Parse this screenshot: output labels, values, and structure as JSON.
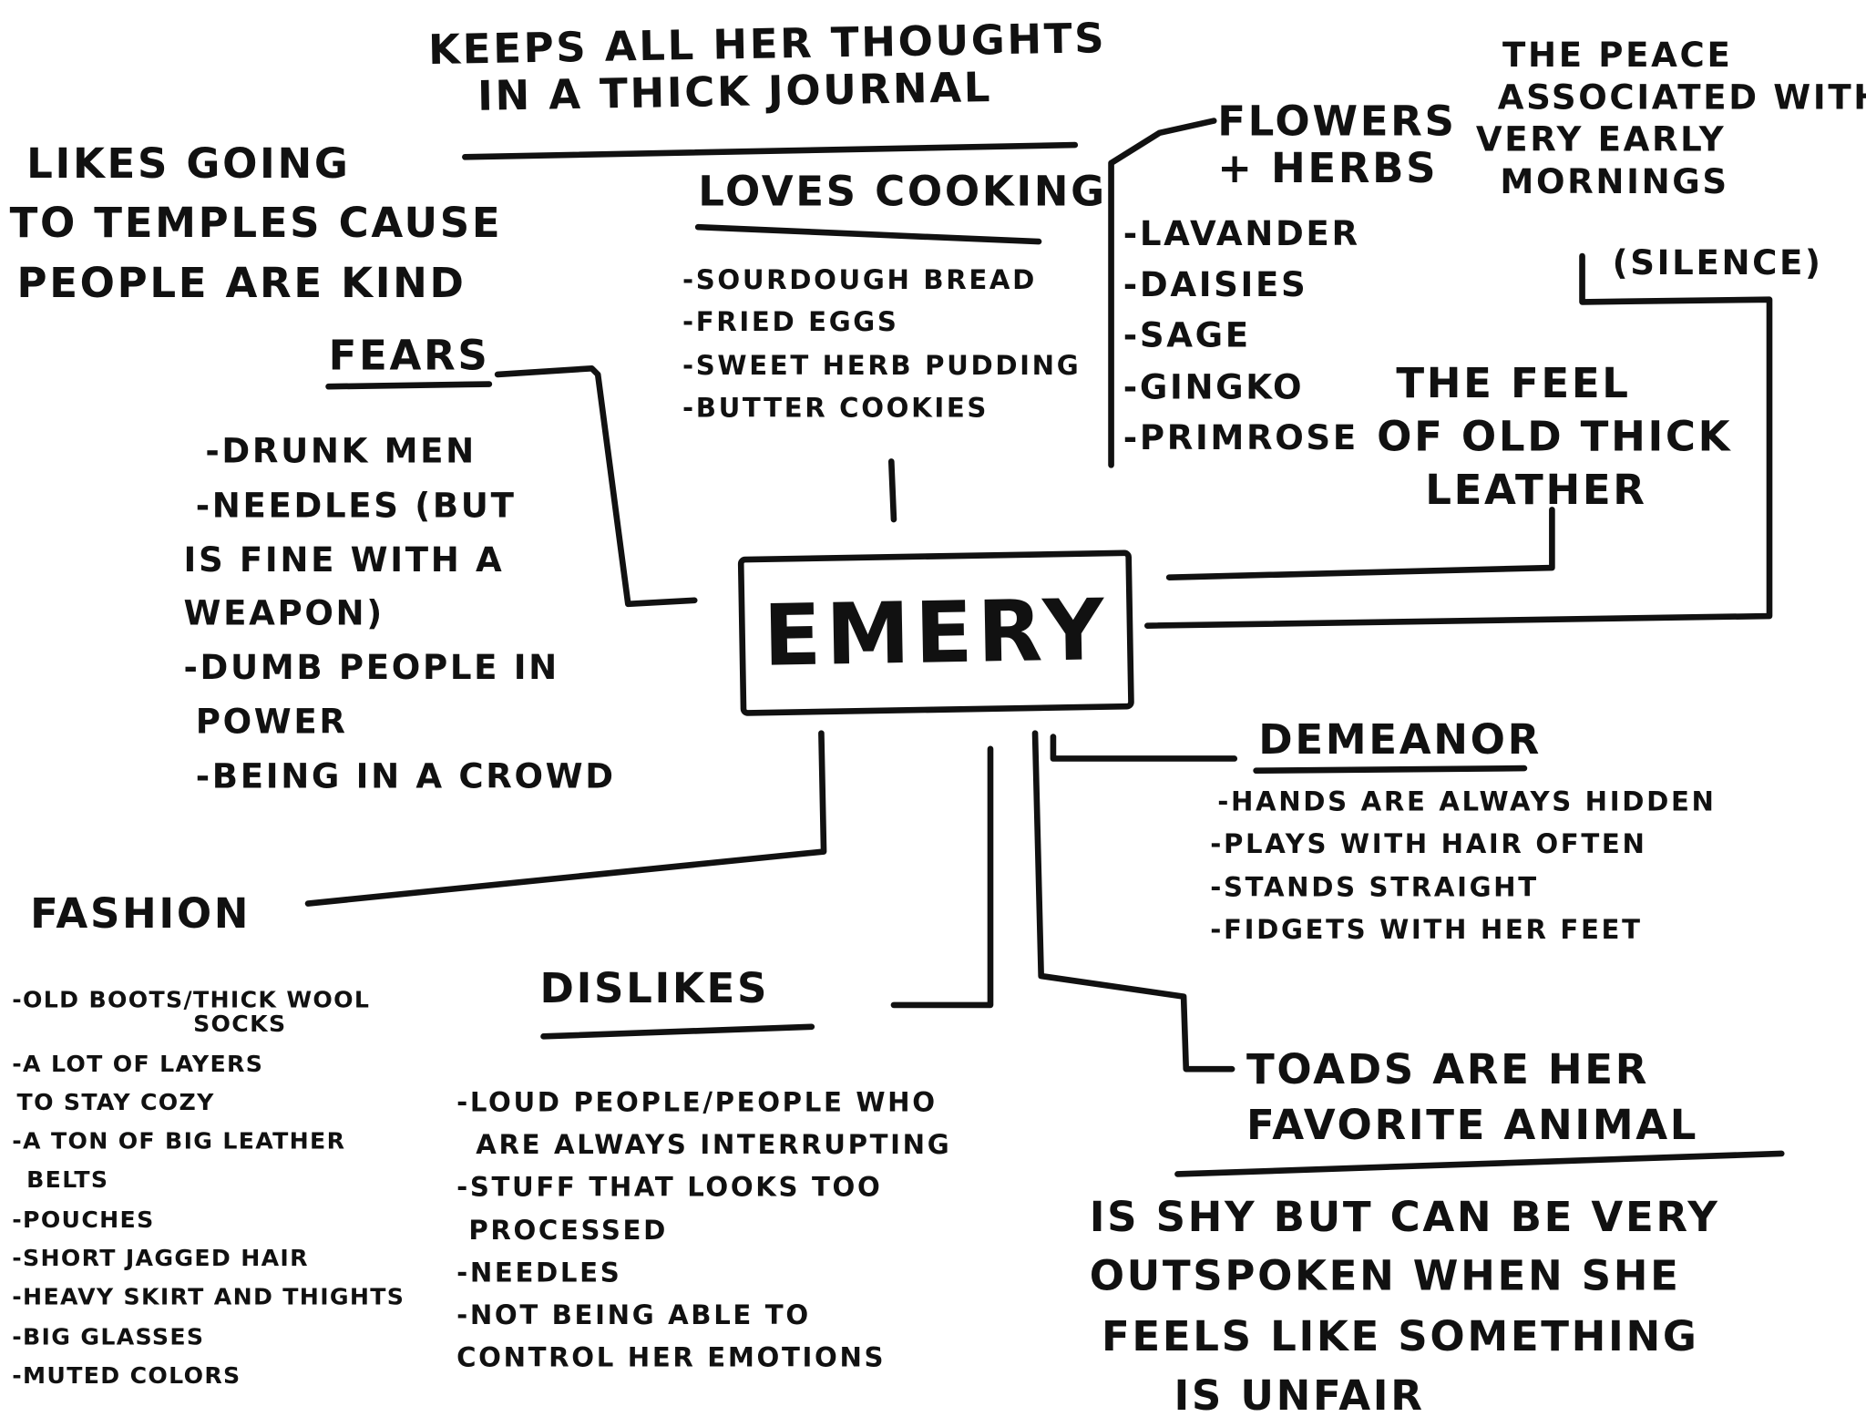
{
  "center": {
    "name": "EMERY"
  },
  "journal": {
    "lines": [
      "KEEPS ALL HER THOUGHTS",
      "IN A THICK JOURNAL"
    ]
  },
  "temples": {
    "lines": [
      "LIKES GOING",
      "TO TEMPLES CAUSE",
      "PEOPLE ARE KIND"
    ]
  },
  "cooking": {
    "header": "LOVES COOKING",
    "items": [
      "-SOURDOUGH BREAD",
      "-FRIED EGGS",
      "-SWEET HERB PUDDING",
      "-BUTTER COOKIES"
    ]
  },
  "flowers": {
    "header": [
      "FLOWERS",
      "+ HERBS"
    ],
    "items": [
      "-LAVANDER",
      "-DAISIES",
      "-SAGE",
      "-GINGKO",
      "-PRIMROSE"
    ]
  },
  "peace": {
    "lines": [
      "THE PEACE",
      "ASSOCIATED WITH",
      "VERY EARLY",
      "MORNINGS"
    ],
    "note": "(SILENCE)"
  },
  "leather": {
    "lines": [
      "THE FEEL",
      "OF OLD THICK",
      "LEATHER"
    ]
  },
  "fears": {
    "header": "FEARS",
    "items": [
      "-DRUNK MEN",
      "-NEEDLES (BUT",
      "IS FINE WITH A",
      "WEAPON)",
      "-DUMB PEOPLE IN",
      "POWER",
      "-BEING IN A CROWD"
    ]
  },
  "demeanor": {
    "header": "DEMEANOR",
    "items": [
      "-HANDS ARE ALWAYS HIDDEN",
      "-PLAYS WITH HAIR OFTEN",
      "-STANDS STRAIGHT",
      "-FIDGETS WITH HER FEET"
    ]
  },
  "fashion": {
    "header": "FASHION",
    "items": [
      "-OLD BOOTS/THICK WOOL",
      "SOCKS",
      "-A LOT OF LAYERS",
      "TO STAY COZY",
      "-A TON OF BIG LEATHER",
      "BELTS",
      "-POUCHES",
      "-SHORT JAGGED HAIR",
      "-HEAVY SKIRT AND THIGHTS",
      "-BIG GLASSES",
      "-MUTED COLORS"
    ]
  },
  "dislikes": {
    "header": "DISLIKES",
    "items": [
      "-LOUD PEOPLE/PEOPLE WHO",
      "ARE ALWAYS INTERRUPTING",
      "-STUFF THAT LOOKS TOO",
      "PROCESSED",
      "-NEEDLES",
      "-NOT BEING ABLE TO",
      "CONTROL HER EMOTIONS"
    ]
  },
  "toads": {
    "lines": [
      "TOADS ARE HER",
      "FAVORITE ANIMAL"
    ]
  },
  "shy": {
    "lines": [
      "IS SHY BUT CAN BE VERY",
      "OUTSPOKEN WHEN SHE",
      "FEELS LIKE SOMETHING",
      "IS UNFAIR"
    ]
  }
}
